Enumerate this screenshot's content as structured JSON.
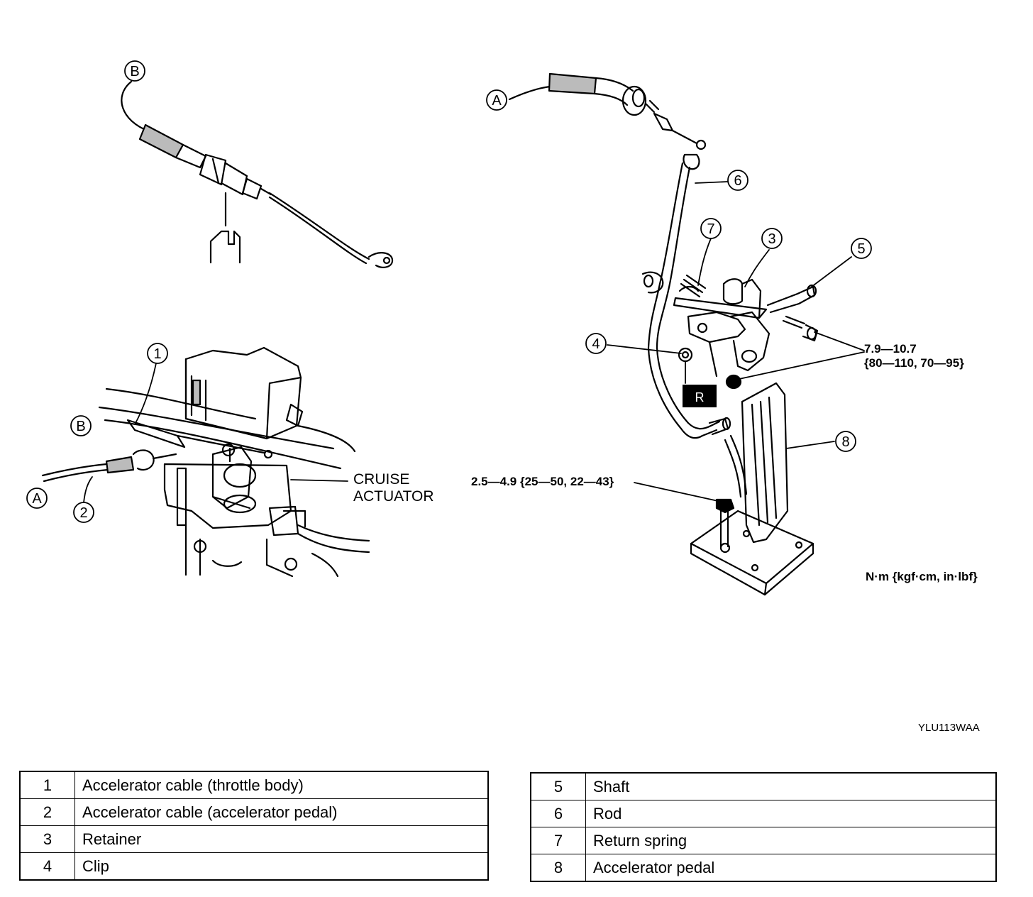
{
  "labels": {
    "callout_a": "A",
    "callout_b": "B",
    "cruise_line1": "CRUISE",
    "cruise_line2": "ACTUATOR",
    "torque_shaft_line1": "7.9—10.7",
    "torque_shaft_line2": "{80—110, 70—95}",
    "torque_pedal": "2.5—4.9 {25—50, 22—43}",
    "units": "N·m {kgf·cm, in·lbf}",
    "figure_code": "YLU113WAA",
    "replace_mark": "R"
  },
  "parts_left": [
    {
      "num": "1",
      "name": "Accelerator cable (throttle body)"
    },
    {
      "num": "2",
      "name": "Accelerator cable (accelerator pedal)"
    },
    {
      "num": "3",
      "name": "Retainer"
    },
    {
      "num": "4",
      "name": "Clip"
    }
  ],
  "parts_right": [
    {
      "num": "5",
      "name": "Shaft"
    },
    {
      "num": "6",
      "name": "Rod"
    },
    {
      "num": "7",
      "name": "Return spring"
    },
    {
      "num": "8",
      "name": "Accelerator pedal"
    }
  ]
}
